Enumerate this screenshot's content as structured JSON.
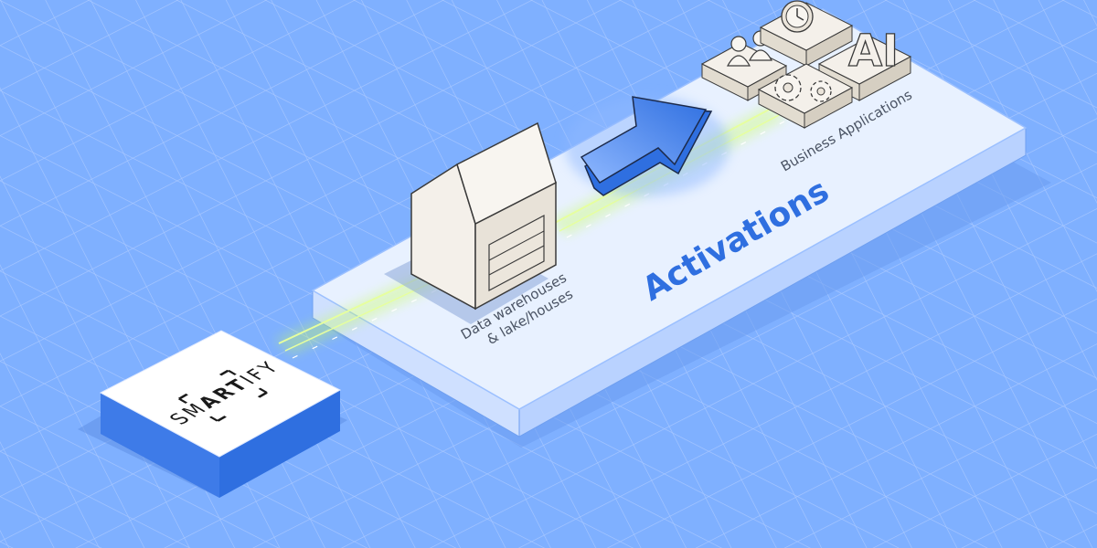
{
  "diagram": {
    "title": "Activations",
    "source": {
      "logo_prefix": "SM",
      "logo_mid": "ART",
      "logo_suffix": "IFY"
    },
    "nodes": [
      {
        "id": "warehouse",
        "label_line1": "Data warehouses",
        "label_line2": "& lake/houses"
      },
      {
        "id": "business",
        "label": "Business Applications"
      }
    ],
    "business_tiles": [
      {
        "icon": "people-icon"
      },
      {
        "icon": "clock-icon"
      },
      {
        "icon": "ai-icon",
        "text": "AI"
      },
      {
        "icon": "gears-icon"
      }
    ],
    "colors": {
      "background": "#7fb0ff",
      "platform_top": "#e8f1ff",
      "accent": "#2f6fe0",
      "flow": "#c8ff5a",
      "tile": "#f4f0ea"
    }
  }
}
